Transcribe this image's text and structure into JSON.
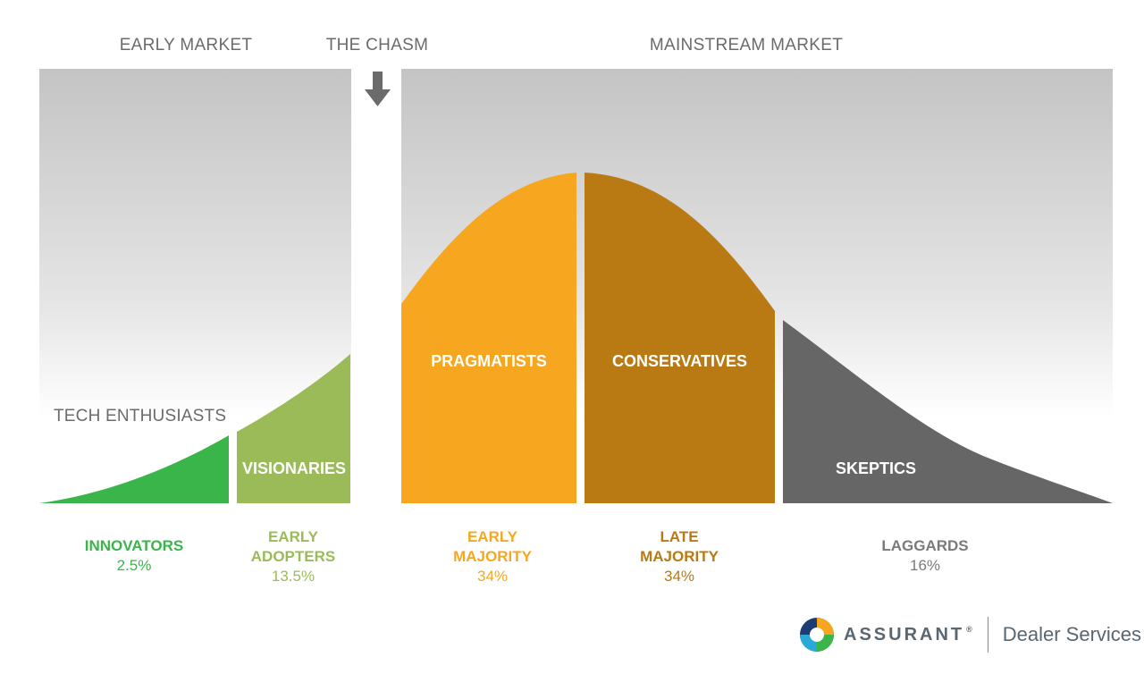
{
  "headers": {
    "early_market": "EARLY MARKET",
    "chasm": "THE CHASM",
    "mainstream": "MAINSTREAM MARKET"
  },
  "inset_labels": {
    "tech_enthusiasts": "TECH ENTHUSIASTS",
    "visionaries": "VISIONARIES",
    "pragmatists": "PRAGMATISTS",
    "conservatives": "CONSERVATIVES",
    "skeptics": "SKEPTICS"
  },
  "segments": [
    {
      "line1": "INNOVATORS",
      "line2": "",
      "pct": "2.5%",
      "color": "#3ab54a"
    },
    {
      "line1": "EARLY",
      "line2": "ADOPTERS",
      "pct": "13.5%",
      "color": "#9bbb59"
    },
    {
      "line1": "EARLY",
      "line2": "MAJORITY",
      "pct": "34%",
      "color": "#f6a71f"
    },
    {
      "line1": "LATE",
      "line2": "MAJORITY",
      "pct": "34%",
      "color": "#b97a14"
    },
    {
      "line1": "LAGGARDS",
      "line2": "",
      "pct": "16%",
      "color": "#7a7a7a"
    }
  ],
  "colors": {
    "innovators": "#3ab54a",
    "early_adopters": "#9bbb59",
    "early_majority": "#f6a71f",
    "late_majority": "#b97a14",
    "laggards": "#666666",
    "background_gradient_top": "#c8c8c8",
    "arrow": "#6b6b6b"
  },
  "logo": {
    "brand": "ASSURANT",
    "registered": "®",
    "division": "Dealer Services"
  }
}
